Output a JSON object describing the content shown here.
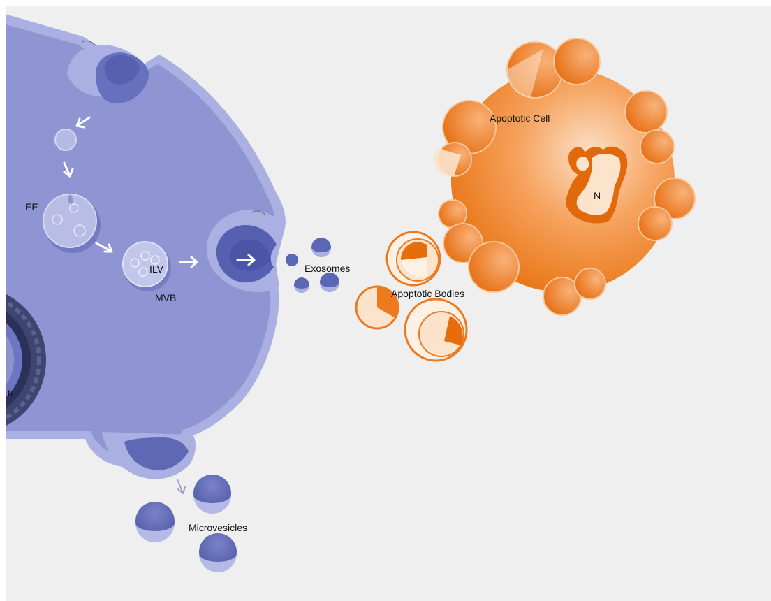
{
  "labels": {
    "apoptotic_cell": "Apoptotic Cell",
    "apoptotic_nucleus": "N",
    "exosomes": "Exosomes",
    "apoptotic_bodies": "Apoptotic Bodies",
    "early_endosome": "EE",
    "ilv": "ILV",
    "mvb": "MVB",
    "cell_nucleus": "N",
    "microvesicles": "Microvesicles"
  },
  "colors": {
    "background": "#efefef",
    "cell_body": "#8f95d2",
    "cell_membrane": "#aab0e1",
    "cell_dark": "#5b66b4",
    "vesicle_light": "#b9bde6",
    "apoptotic_orange": "#ee7a1e",
    "apoptotic_light": "#fbe3cc"
  }
}
